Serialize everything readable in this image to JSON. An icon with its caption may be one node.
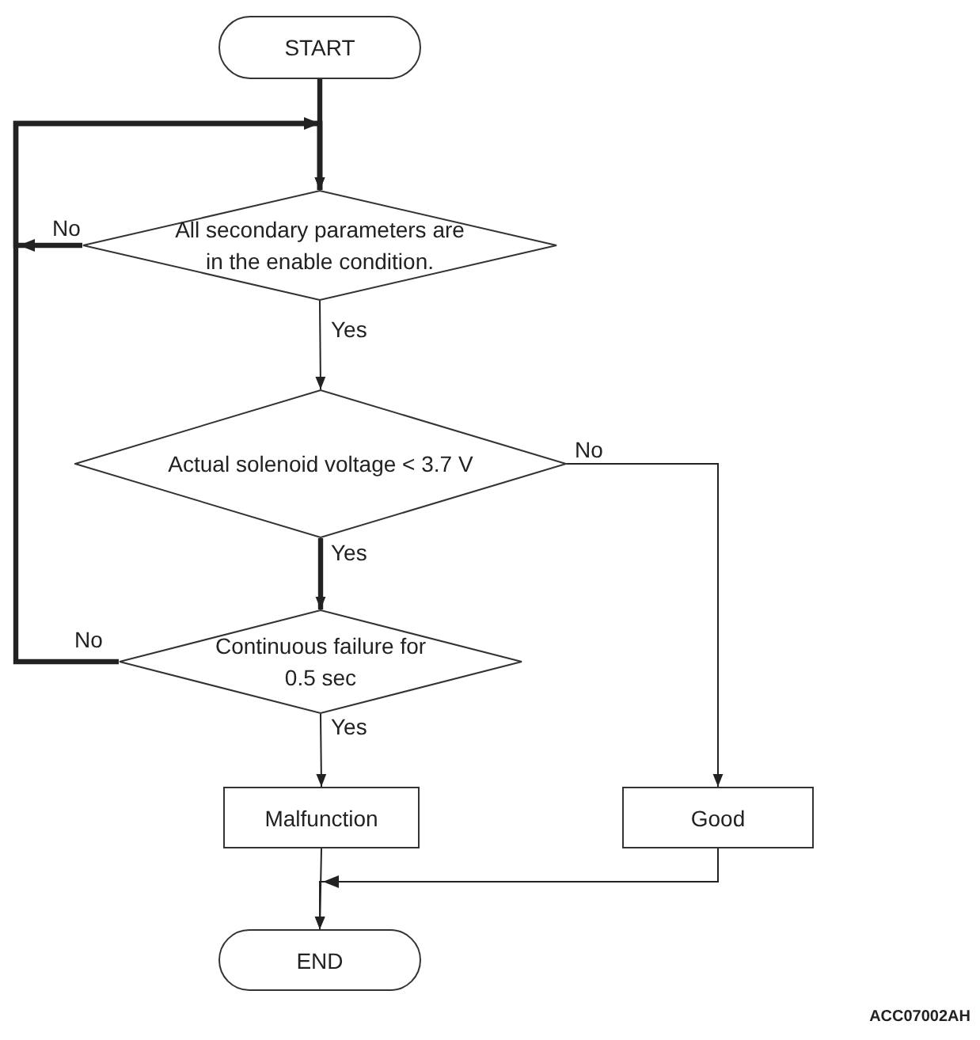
{
  "diagram": {
    "nodes": [
      {
        "text": [
          "START"
        ]
      },
      {
        "text": [
          "All secondary parameters are in the enable condition."
        ]
      },
      {
        "text": [
          "Actual solenoid voltage < 3.7 V"
        ]
      },
      {
        "text": [
          "Continuous failure for 0.5 sec"
        ]
      },
      {
        "text": [
          "Malfunction"
        ]
      },
      {
        "text": [
          "Good"
        ]
      },
      {
        "text": [
          "END"
        ]
      }
    ],
    "edges": [
      {
        "from": 0,
        "to": 1,
        "arrow": "to",
        "style": "thick"
      },
      {
        "from": 1,
        "to": 1,
        "arrow": "to",
        "label": "No",
        "style": "thick"
      },
      {
        "from": 1,
        "to": 2,
        "arrow": "to",
        "label": "Yes"
      },
      {
        "from": 2,
        "to": 3,
        "arrow": "to",
        "label": "Yes",
        "style": "thick"
      },
      {
        "from": 2,
        "to": 5,
        "arrow": "to",
        "label": "No"
      },
      {
        "from": 3,
        "to": 1,
        "arrow": "to",
        "label": "No",
        "style": "thick"
      },
      {
        "from": 3,
        "to": 4,
        "arrow": "to",
        "label": "Yes"
      },
      {
        "from": 4,
        "to": 6,
        "arrow": "to"
      },
      {
        "from": 5,
        "to": 6,
        "arrow": "to"
      }
    ],
    "labels": [
      "ACC07002AH"
    ]
  }
}
